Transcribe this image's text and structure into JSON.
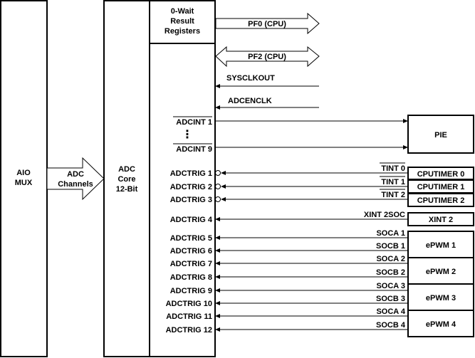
{
  "aio_mux": {
    "line1": "AIO",
    "line2": "MUX"
  },
  "adc_channels": {
    "line1": "ADC",
    "line2": "Channels"
  },
  "adc_core": {
    "line1": "ADC",
    "line2": "Core",
    "line3": "12-Bit"
  },
  "result_registers": {
    "line1": "0-Wait",
    "line2": "Result",
    "line3": "Registers"
  },
  "buses": {
    "pf0": "PF0 (CPU)",
    "pf2": "PF2 (CPU)"
  },
  "clocks": {
    "sysclkout": "SYSCLKOUT",
    "adcenclk": "ADCENCLK"
  },
  "interrupts": {
    "adcint1": "ADCINT 1",
    "adcint9": "ADCINT 9",
    "dots": "⋮"
  },
  "pie": {
    "label": "PIE"
  },
  "triggers": [
    "ADCTRIG 1",
    "ADCTRIG 2",
    "ADCTRIG 3",
    "ADCTRIG 4",
    "ADCTRIG 5",
    "ADCTRIG 6",
    "ADCTRIG 7",
    "ADCTRIG 8",
    "ADCTRIG 9",
    "ADCTRIG 10",
    "ADCTRIG 11",
    "ADCTRIG 12"
  ],
  "signals": [
    "TINT 0",
    "TINT 1",
    "TINT 2",
    "XINT 2SOC",
    "SOCA 1",
    "SOCB 1",
    "SOCA 2",
    "SOCB 2",
    "SOCA 3",
    "SOCB 3",
    "SOCA 4",
    "SOCB 4"
  ],
  "sources": {
    "cputimer0": "CPUTIMER 0",
    "cputimer1": "CPUTIMER 1",
    "cputimer2": "CPUTIMER 2",
    "xint2": "XINT 2",
    "epwm1": "ePWM 1",
    "epwm2": "ePWM 2",
    "epwm3": "ePWM 3",
    "epwm4": "ePWM 4"
  }
}
